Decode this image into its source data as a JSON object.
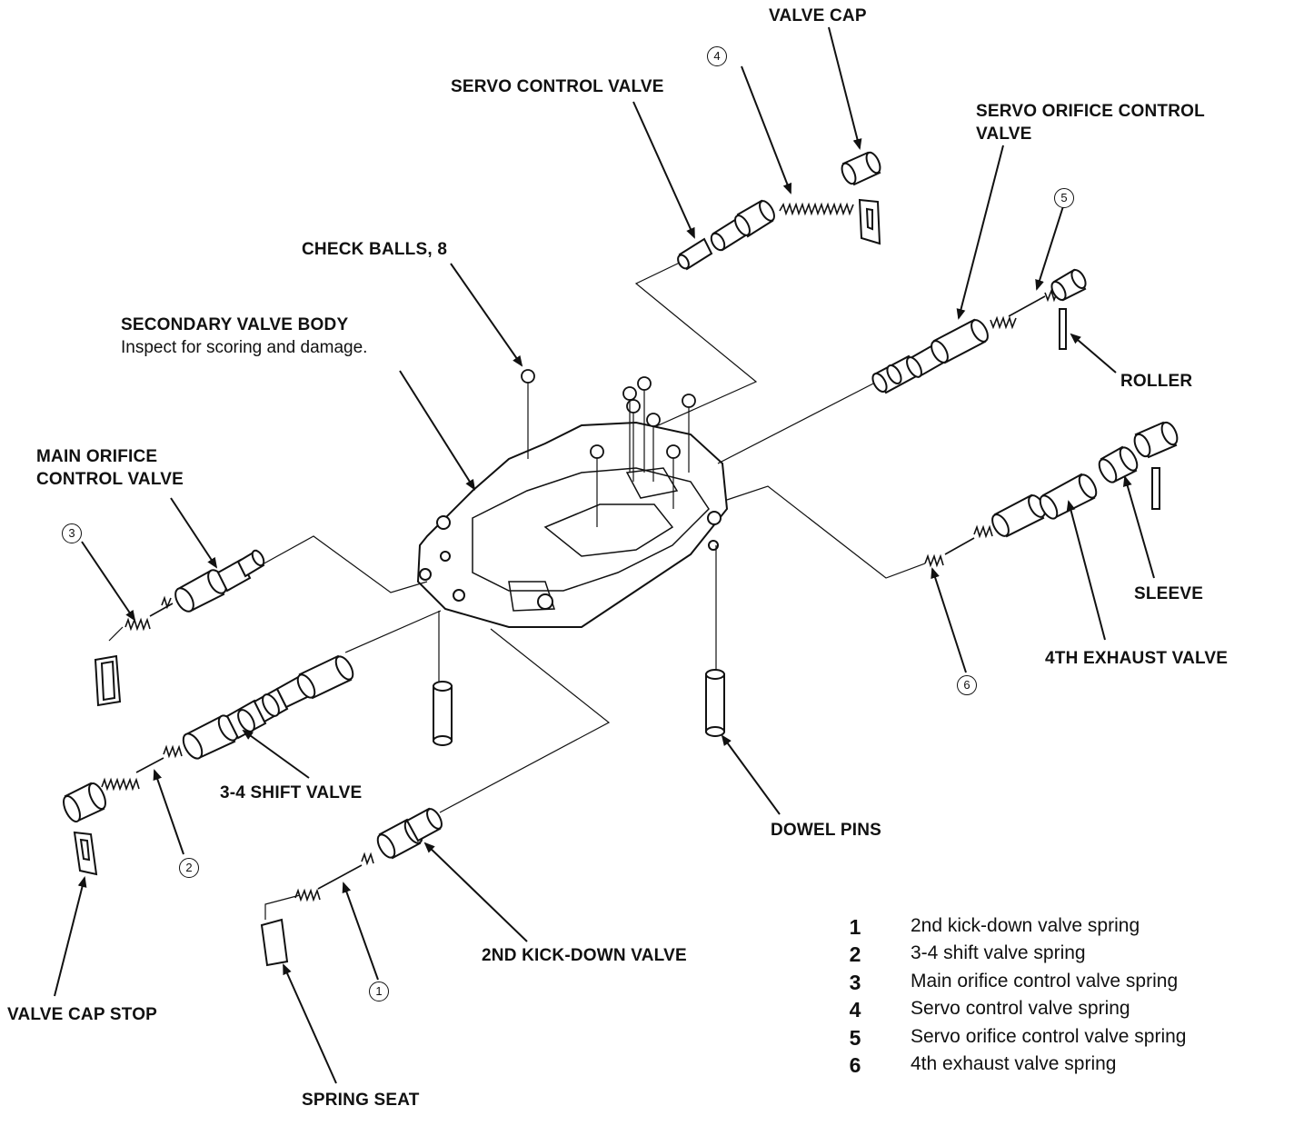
{
  "labels": {
    "valve_cap": "VALVE CAP",
    "servo_control_valve": "SERVO CONTROL VALVE",
    "servo_orifice_line1": "SERVO ORIFICE CONTROL",
    "servo_orifice_line2": "VALVE",
    "check_balls": "CHECK BALLS, 8",
    "secondary_valve_body": "SECONDARY VALVE BODY",
    "inspect_note": "Inspect for scoring and damage.",
    "main_orifice_line1": "MAIN ORIFICE",
    "main_orifice_line2": "CONTROL VALVE",
    "roller": "ROLLER",
    "sleeve": "SLEEVE",
    "fourth_exhaust_valve": "4TH EXHAUST VALVE",
    "shift_valve_34": "3-4 SHIFT VALVE",
    "dowel_pins": "DOWEL PINS",
    "kickdown_valve": "2ND KICK-DOWN VALVE",
    "valve_cap_stop": "VALVE CAP STOP",
    "spring_seat": "SPRING SEAT"
  },
  "callouts": [
    "1",
    "2",
    "3",
    "4",
    "5",
    "6"
  ],
  "legend": [
    {
      "num": "1",
      "text": "2nd kick-down valve spring"
    },
    {
      "num": "2",
      "text": "3-4 shift valve spring"
    },
    {
      "num": "3",
      "text": "Main orifice control valve spring"
    },
    {
      "num": "4",
      "text": "Servo control valve spring"
    },
    {
      "num": "5",
      "text": "Servo orifice control valve spring"
    },
    {
      "num": "6",
      "text": "4th exhaust valve spring"
    }
  ]
}
